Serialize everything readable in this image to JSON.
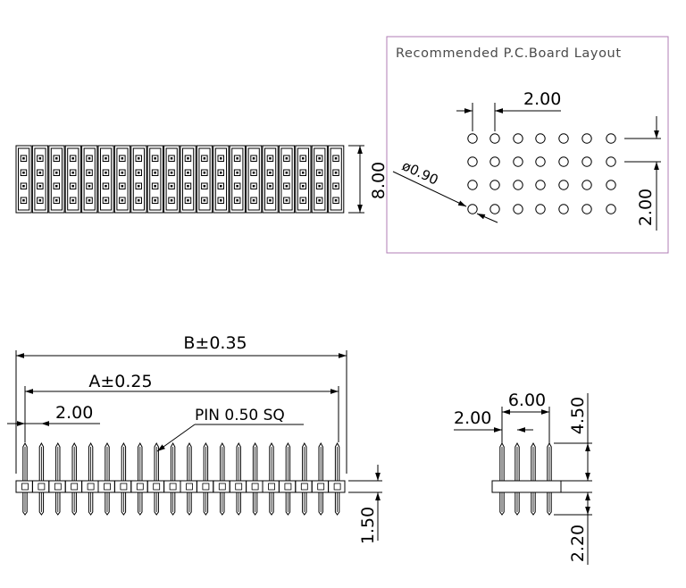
{
  "pcb_layout": {
    "title": "Recommended P.C.Board Layout",
    "pitch_x_label": "2.00",
    "pitch_y_label": "2.00",
    "hole_dia_label": "ø0.90",
    "frame_color": "#b07cb4"
  },
  "top_view": {
    "height_label": "8.00"
  },
  "front_view": {
    "b_label": "B±0.35",
    "a_label": "A±0.25",
    "pitch_label": "2.00",
    "pin_label": "PIN  0.50  SQ",
    "tail_label": "1.50"
  },
  "side_view": {
    "row_pitch_label": "2.00",
    "width_label": "6.00",
    "top_height_label": "4.50",
    "tail_label": "2.20"
  }
}
